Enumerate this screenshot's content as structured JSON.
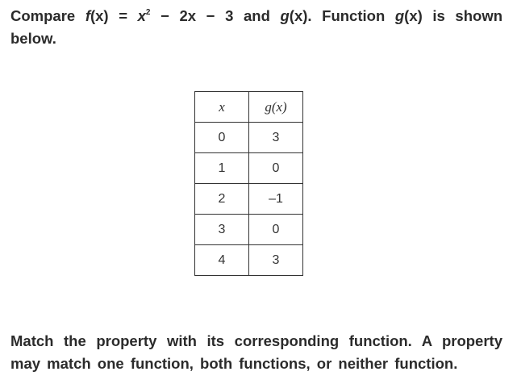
{
  "intro": {
    "compare": "Compare",
    "f": "f",
    "fx_paren": "(x) =",
    "x": "x",
    "exp": "2",
    "rest": " − 2x − 3 and ",
    "g": "g",
    "gx_paren": "(x). Function ",
    "g2": "g",
    "gx2": "(x)",
    "tail": " is shown below."
  },
  "table": {
    "headers": [
      "x",
      "g(x)"
    ],
    "rows": [
      [
        "0",
        "3"
      ],
      [
        "1",
        "0"
      ],
      [
        "2",
        "–1"
      ],
      [
        "3",
        "0"
      ],
      [
        "4",
        "3"
      ]
    ]
  },
  "instruction": "Match the property with its corresponding function. A property may match one function, both functions, or neither function."
}
